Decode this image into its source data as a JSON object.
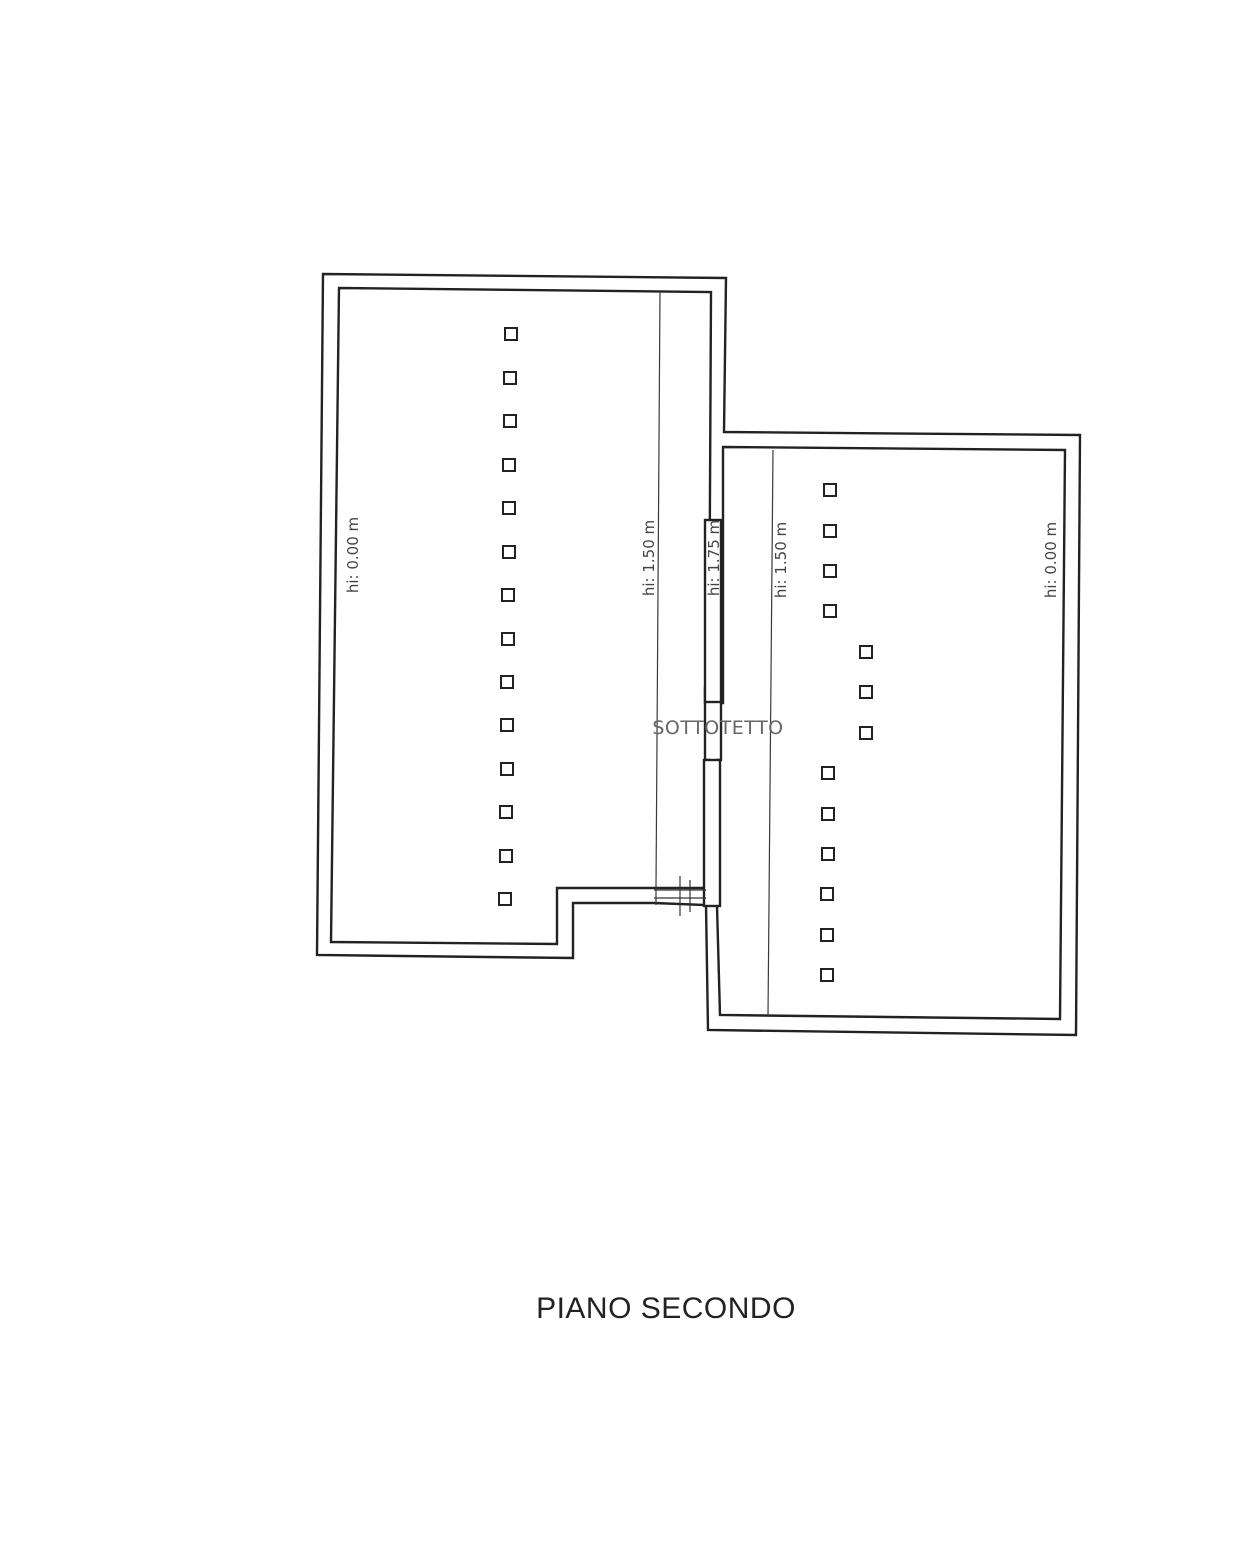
{
  "floor_title": "PIANO SECONDO",
  "room_label": "SOTTOTETTO",
  "height_labels": {
    "left_edge": "hi: 0.00 m",
    "left_mid": "hi: 1.50 m",
    "corridor": "hi: 1.75 m",
    "right_mid": "hi: 1.50 m",
    "right_edge": "hi: 0.00 m"
  }
}
